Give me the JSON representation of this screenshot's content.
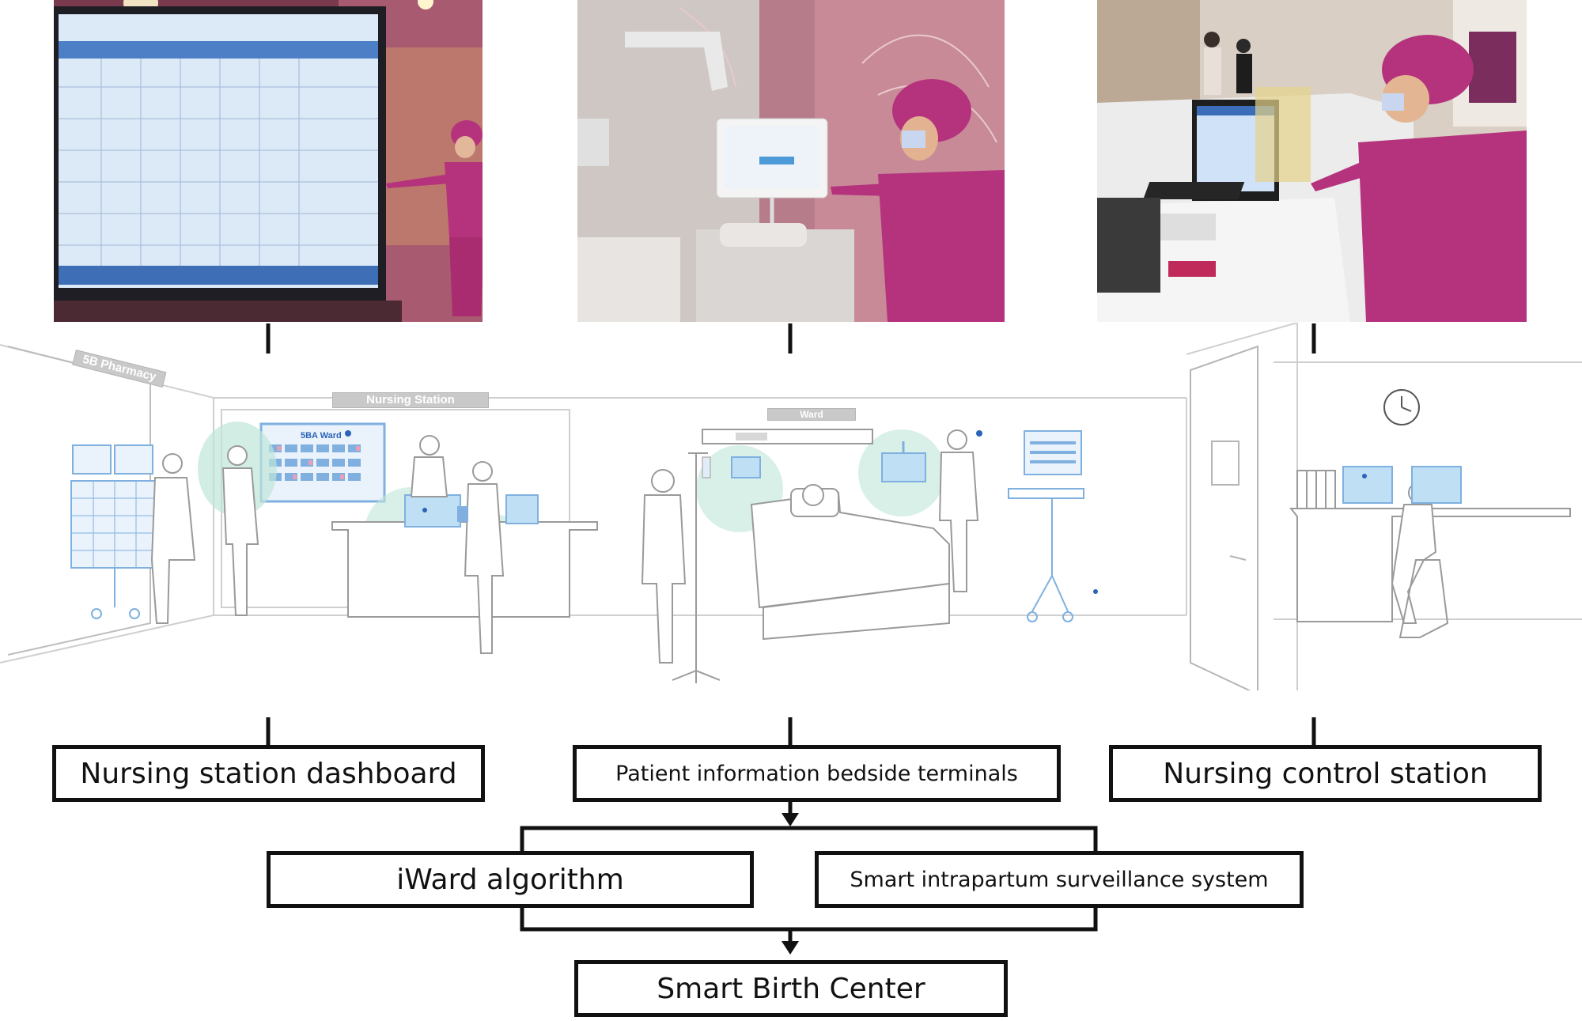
{
  "photos": [
    {
      "id": "nursing-station-dashboard-photo",
      "desc_icon": "nurse-at-wall-dashboard"
    },
    {
      "id": "bedside-terminal-photo",
      "desc_icon": "nurse-at-bedside-terminal"
    },
    {
      "id": "control-station-photo",
      "desc_icon": "nurse-at-computer-desk"
    }
  ],
  "scene": {
    "pharmacy_sign": "5B Pharmacy",
    "nursing_station_sign": "Nursing Station",
    "ward_sign": "Ward",
    "dashboard_screen_title": "5BA Ward"
  },
  "boxes": {
    "nursing_station_dashboard": "Nursing station dashboard",
    "bedside_terminals": "Patient information bedside terminals",
    "nursing_control_station": "Nursing control station",
    "iward_algorithm": "iWard algorithm",
    "surveillance_system": "Smart intrapartum surveillance system",
    "smart_birth_center": "Smart Birth Center"
  },
  "colors": {
    "line": "#111111",
    "scrub_magenta": "#b5337d",
    "wall_pink": "#c27a8f",
    "screen_blue": "#6fa0d8",
    "highlight_green": "#bfe6d8",
    "sketch_gray": "#9a9a9a",
    "sketch_blue": "#7fb0e0"
  }
}
